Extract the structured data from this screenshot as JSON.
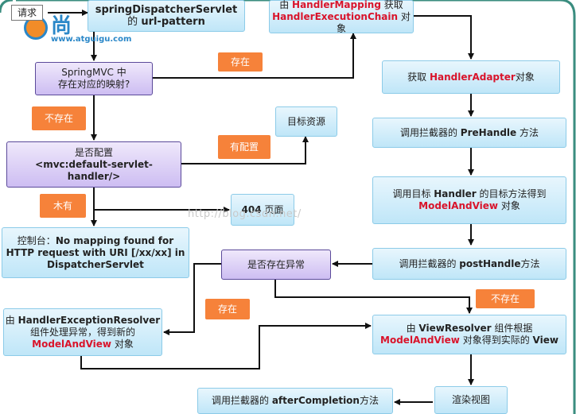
{
  "request_label": "请求",
  "logo": {
    "char": "尚",
    "url": "www.atguigu.com"
  },
  "watermark": "http://blog.csdn.net/",
  "colors": {
    "blue_fill": "#bfe6f8",
    "purple_fill": "#cdbdf2",
    "orange": "#f6823a",
    "highlight_red": "#d9142b",
    "edge_green": "#2f8a7a"
  },
  "nodes": {
    "dispatcher": {
      "line1": "springDispatcherServlet",
      "line2_pre": "的 ",
      "line2_b": "url-pattern"
    },
    "mapping": {
      "pre": "由 ",
      "red": "HandlerMapping",
      "post": " 获取",
      "red2": "HandlerExecutionChain",
      "post2": " 对象"
    },
    "springmvc": {
      "line1": "SpringMVC 中",
      "line2": "存在对应的映射?"
    },
    "adapter": {
      "pre": "获取 ",
      "red": "HandlerAdapter",
      "post": "对象"
    },
    "target_res": {
      "text": "目标资源"
    },
    "prehandle": {
      "pre": "调用拦截器的 ",
      "b": "PreHandle",
      "post": " 方法"
    },
    "config": {
      "line1": "是否配置",
      "line2": "<mvc:default-servlet-",
      "line3": "handler/>"
    },
    "handler": {
      "pre": "调用目标 ",
      "b": "Handler",
      "post": " 的目标方法得到",
      "red": "ModelAndView",
      "post2": " 对象"
    },
    "page404": {
      "b": "404",
      "post": " 页面"
    },
    "console": {
      "pre": "控制台：",
      "b1": "No mapping found for",
      "b2": "HTTP request with URI [/xx/xx] in",
      "b3": "DispatcherServlet"
    },
    "exception": {
      "text": "是否存在异常"
    },
    "posthandle": {
      "pre": "调用拦截器的 ",
      "b": "postHandle",
      "post": "方法"
    },
    "resolver": {
      "pre": "由 ",
      "b": "HandlerExceptionResolver",
      "line2": "组件处理异常，得到新的",
      "red": "ModelAndView",
      "post": " 对象"
    },
    "viewresolver": {
      "pre": "由 ",
      "b": "ViewResolver",
      "post": " 组件根据",
      "red": "ModelAndView",
      "post2": " 对象得到实际的 ",
      "b2": "View"
    },
    "aftercompletion": {
      "pre": "调用拦截器的 ",
      "b": "afterCompletion",
      "post": "方法"
    },
    "render": {
      "text": "渲染视图"
    }
  },
  "edge_labels": {
    "exists1": "存在",
    "not_exists1": "不存在",
    "configured": "有配置",
    "none": "木有",
    "exists2": "存在",
    "not_exists2": "不存在"
  }
}
